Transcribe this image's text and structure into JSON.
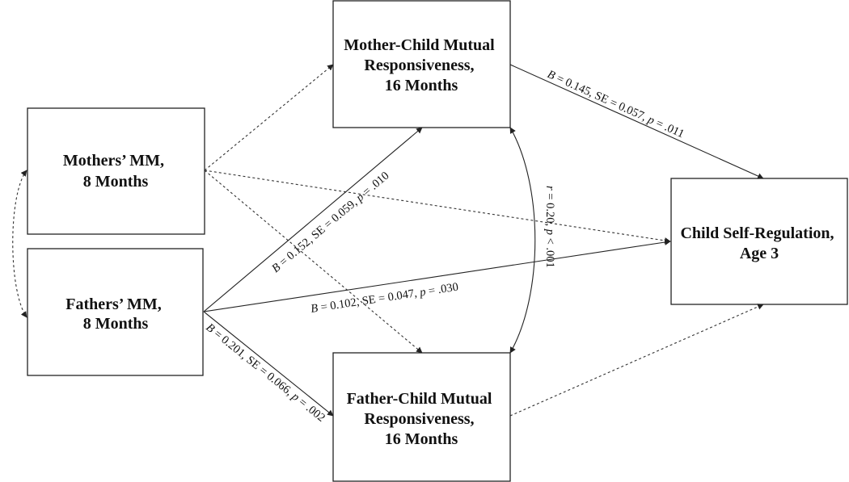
{
  "nodes": {
    "mothers_mm": [
      "Mothers’ MM,",
      "8 Months"
    ],
    "fathers_mm": [
      "Fathers’ MM,",
      "8 Months"
    ],
    "mother_child": [
      "Mother-Child Mutual",
      "Responsiveness,",
      "16 Months"
    ],
    "father_child": [
      "Father-Child Mutual",
      "Responsiveness,",
      "16 Months"
    ],
    "child_sr": [
      "Child Self-Regulation,",
      "Age 3"
    ]
  },
  "edge_labels": {
    "mc_to_sr": [
      "B",
      " = 0.145, SE = 0.057, ",
      "p",
      " = .011"
    ],
    "fathers_to_mc": [
      "B",
      " = 0.152, SE = 0.059, ",
      "p",
      " = .010"
    ],
    "fathers_to_sr": [
      "B",
      " = 0.102, SE = 0.047, ",
      "p",
      " = .030"
    ],
    "fathers_to_fc": [
      "B",
      " = 0.201, SE = 0.066, ",
      "p",
      " = .002"
    ],
    "mc_fc_corr": [
      "r",
      " = 0.20, ",
      "p",
      " < .001"
    ]
  }
}
